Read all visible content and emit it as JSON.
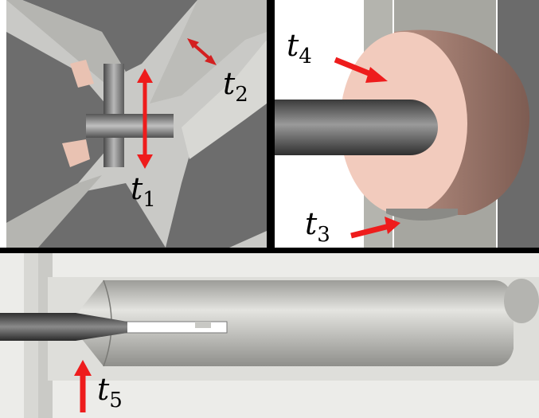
{
  "labels": {
    "t1": {
      "sym": "t",
      "sub": "1"
    },
    "t2": {
      "sym": "t",
      "sub": "2"
    },
    "t3": {
      "sym": "t",
      "sub": "3"
    },
    "t4": {
      "sym": "t",
      "sub": "4"
    },
    "t5": {
      "sym": "t",
      "sub": "5"
    }
  },
  "colors": {
    "arrow": "#ee1c1c",
    "arrow_secondary": "#d32020",
    "steel_dark": "#6a6a6a",
    "steel_light": "#c8c8c8",
    "bone_pink": "#f2cbbd",
    "background_panel": "#a9a9a0"
  }
}
